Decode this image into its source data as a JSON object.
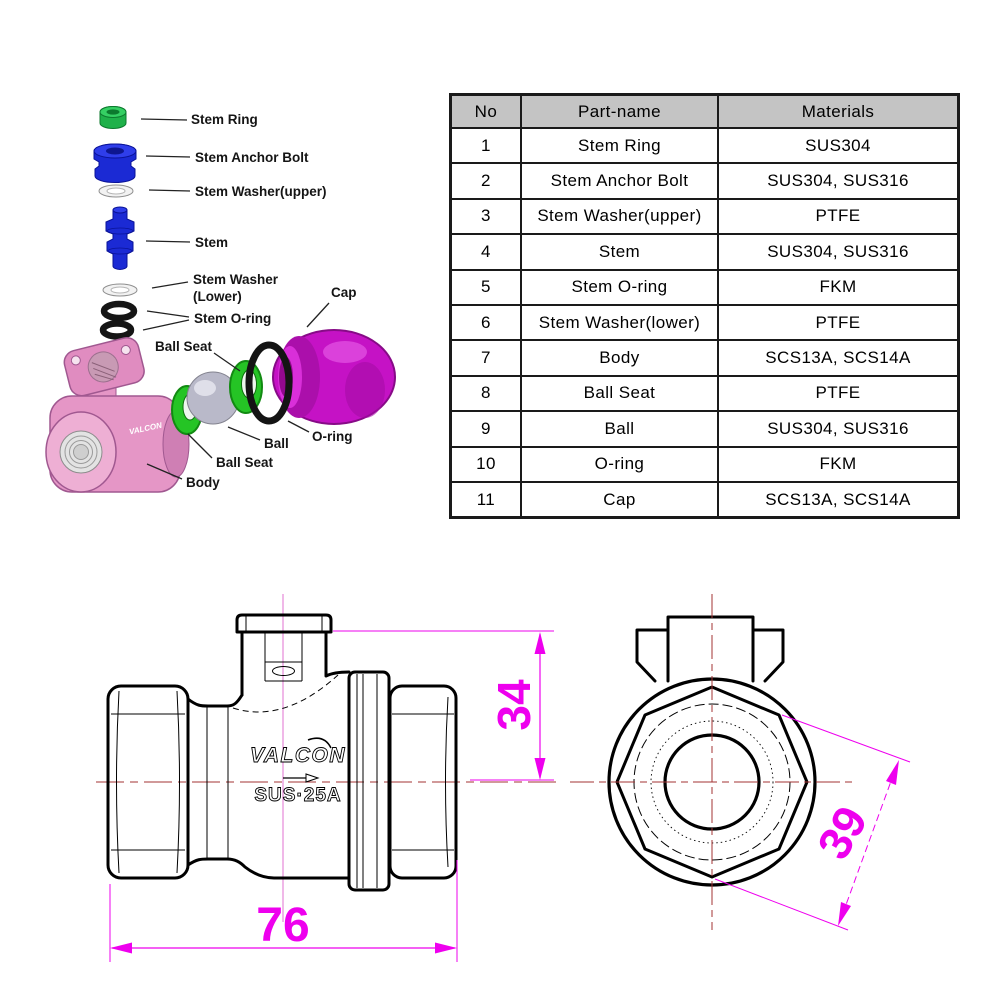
{
  "exploded_view": {
    "labels": {
      "stem_ring": "Stem Ring",
      "stem_anchor_bolt": "Stem Anchor Bolt",
      "stem_washer_upper": "Stem Washer(upper)",
      "stem": "Stem",
      "stem_washer_lower_line1": "Stem Washer",
      "stem_washer_lower_line2": "(Lower)",
      "stem_o_ring": "Stem O-ring",
      "ball_seat_upper": "Ball Seat",
      "cap": "Cap",
      "o_ring": "O-ring",
      "ball": "Ball",
      "ball_seat_lower": "Ball Seat",
      "body": "Body"
    },
    "brand_on_body": "VALCON",
    "part_colors": {
      "stem_ring": "#1fb14a",
      "stem_parts": "#1b2ad4",
      "washers": "#f2f2f2",
      "o_rings": "#151515",
      "body": "#e596c6",
      "ball_seats": "#25c425",
      "ball": "#b9b9c9",
      "cap": "#c512c5"
    }
  },
  "parts_table": {
    "headers": {
      "no": "No",
      "part": "Part-name",
      "materials": "Materials"
    },
    "rows": [
      {
        "no": "1",
        "part": "Stem Ring",
        "materials": "SUS304"
      },
      {
        "no": "2",
        "part": "Stem Anchor Bolt",
        "materials": "SUS304, SUS316"
      },
      {
        "no": "3",
        "part": "Stem Washer(upper)",
        "materials": "PTFE"
      },
      {
        "no": "4",
        "part": "Stem",
        "materials": "SUS304, SUS316"
      },
      {
        "no": "5",
        "part": "Stem O-ring",
        "materials": "FKM"
      },
      {
        "no": "6",
        "part": "Stem Washer(lower)",
        "materials": "PTFE"
      },
      {
        "no": "7",
        "part": "Body",
        "materials": "SCS13A, SCS14A"
      },
      {
        "no": "8",
        "part": "Ball Seat",
        "materials": "PTFE"
      },
      {
        "no": "9",
        "part": "Ball",
        "materials": "SUS304, SUS316"
      },
      {
        "no": "10",
        "part": "O-ring",
        "materials": "FKM"
      },
      {
        "no": "11",
        "part": "Cap",
        "materials": "SCS13A, SCS14A"
      }
    ]
  },
  "side_view": {
    "brand": "VALCON",
    "marking": "SUS·25A",
    "dim_height": "34",
    "dim_length": "76"
  },
  "end_view": {
    "dim_across_flats": "39"
  },
  "drawing_colors": {
    "dimension": "#ee00ee",
    "centerline": "#a33333",
    "vertical_centerline_pink": "#e070d0"
  }
}
